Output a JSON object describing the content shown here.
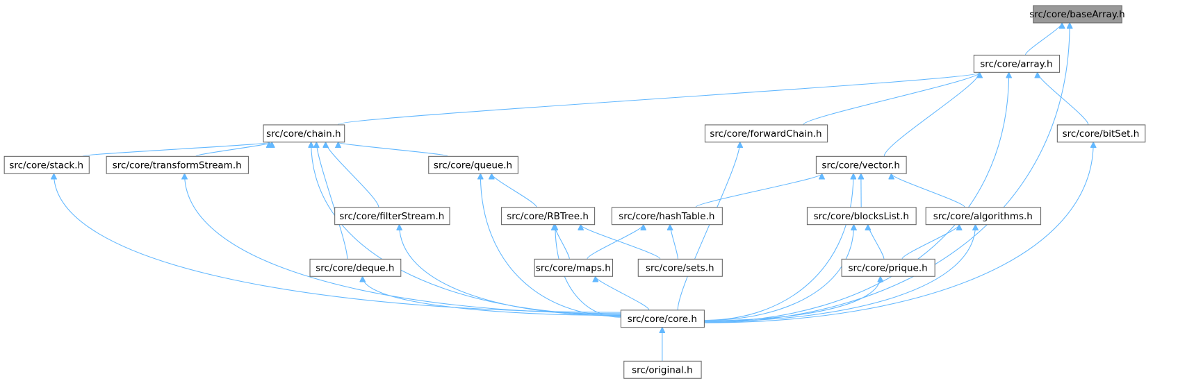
{
  "graph": {
    "type": "include-dependency-graph",
    "edge_color": "#63b8ff",
    "root_fill": "#999999",
    "nodes": {
      "baseArray": "src/core/baseArray.h",
      "array": "src/core/array.h",
      "chain": "src/core/chain.h",
      "forwardChain": "src/core/forwardChain.h",
      "bitSet": "src/core/bitSet.h",
      "stack": "src/core/stack.h",
      "transformStream": "src/core/transformStream.h",
      "queue": "src/core/queue.h",
      "vector": "src/core/vector.h",
      "filterStream": "src/core/filterStream.h",
      "RBTree": "src/core/RBTree.h",
      "hashTable": "src/core/hashTable.h",
      "blocksList": "src/core/blocksList.h",
      "algorithms": "src/core/algorithms.h",
      "deque": "src/core/deque.h",
      "maps": "src/core/maps.h",
      "sets": "src/core/sets.h",
      "prique": "src/core/prique.h",
      "core": "src/core/core.h",
      "original": "src/original.h"
    },
    "edges": [
      [
        "array",
        "baseArray"
      ],
      [
        "core",
        "baseArray"
      ],
      [
        "chain",
        "array"
      ],
      [
        "forwardChain",
        "array"
      ],
      [
        "vector",
        "array"
      ],
      [
        "core",
        "array"
      ],
      [
        "bitSet",
        "array"
      ],
      [
        "stack",
        "chain"
      ],
      [
        "transformStream",
        "chain"
      ],
      [
        "core",
        "chain"
      ],
      [
        "deque",
        "chain"
      ],
      [
        "filterStream",
        "chain"
      ],
      [
        "queue",
        "chain"
      ],
      [
        "core",
        "stack"
      ],
      [
        "core",
        "transformStream"
      ],
      [
        "core",
        "forwardChain"
      ],
      [
        "core",
        "bitSet"
      ],
      [
        "RBTree",
        "queue"
      ],
      [
        "core",
        "queue"
      ],
      [
        "hashTable",
        "vector"
      ],
      [
        "core",
        "vector"
      ],
      [
        "blocksList",
        "vector"
      ],
      [
        "algorithms",
        "vector"
      ],
      [
        "core",
        "filterStream"
      ],
      [
        "maps",
        "RBTree"
      ],
      [
        "core",
        "RBTree"
      ],
      [
        "sets",
        "RBTree"
      ],
      [
        "maps",
        "hashTable"
      ],
      [
        "sets",
        "hashTable"
      ],
      [
        "core",
        "blocksList"
      ],
      [
        "prique",
        "blocksList"
      ],
      [
        "prique",
        "algorithms"
      ],
      [
        "core",
        "algorithms"
      ],
      [
        "core",
        "deque"
      ],
      [
        "core",
        "maps"
      ],
      [
        "core",
        "prique"
      ],
      [
        "original",
        "core"
      ]
    ]
  }
}
